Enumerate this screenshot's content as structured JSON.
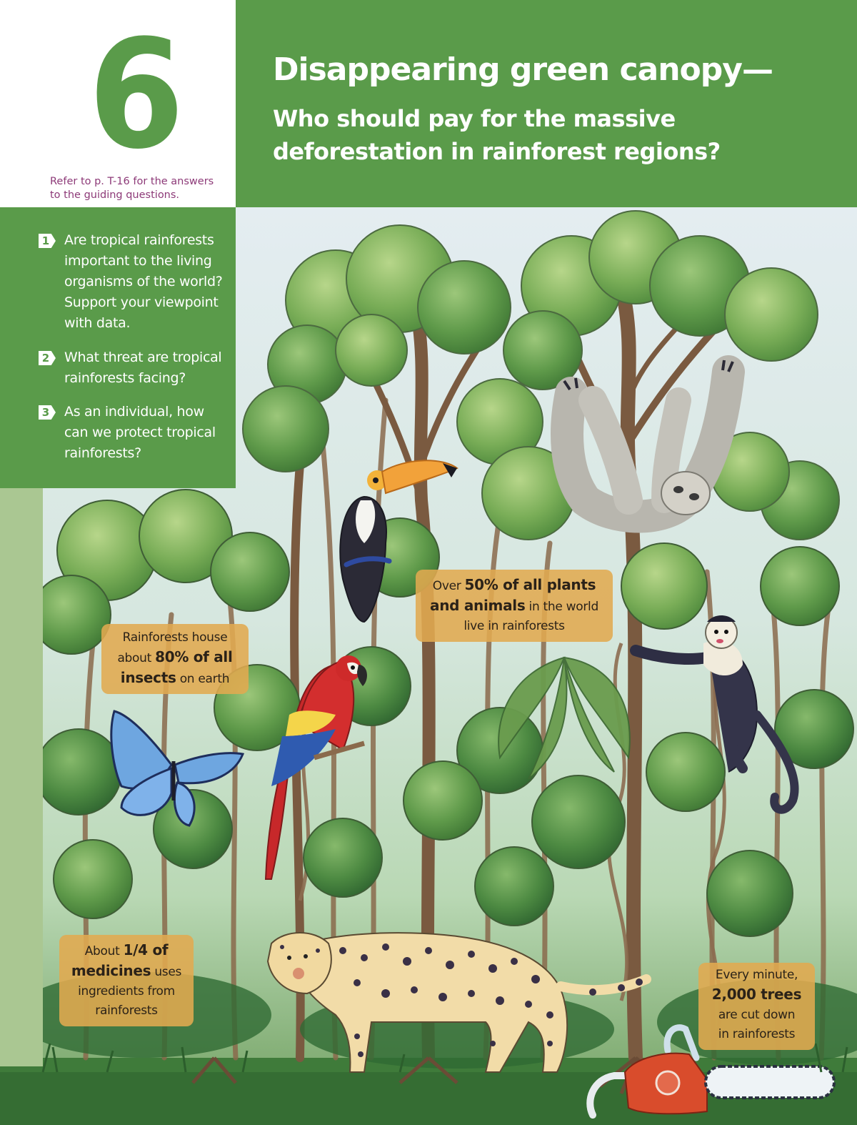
{
  "chapter": {
    "number": "6",
    "teacher_note_line1": "Refer to p. T-16 for the answers",
    "teacher_note_line2": "to the guiding questions."
  },
  "title": {
    "main": "Disappearing green canopy—",
    "sub_line1": "Who should pay for the massive",
    "sub_line2": "deforestation in rainforest regions?"
  },
  "questions": [
    {
      "number": "1",
      "lines": [
        "Are tropical rainforests",
        "important to the living",
        "organisms of the world?",
        "Support your viewpoint",
        "with data."
      ]
    },
    {
      "number": "2",
      "lines": [
        "What threat are tropical",
        "rainforests facing?"
      ]
    },
    {
      "number": "3",
      "lines": [
        "As an individual, how",
        "can we protect tropical",
        "rainforests?"
      ]
    }
  ],
  "facts": {
    "insects": {
      "pre": "Rainforests house",
      "mid_pre": "about ",
      "bold1": "80% of all",
      "bold2": "insects",
      "post": " on earth"
    },
    "plants_animals": {
      "pre": "Over ",
      "bold1": "50% of all plants",
      "bold2": "and animals",
      "post": " in the world",
      "line3": "live in rainforests"
    },
    "medicines": {
      "pre": "About ",
      "bold1": "1/4 of",
      "bold2": "medicines",
      "post": " uses",
      "line3": "ingredients from",
      "line4": "rainforests"
    },
    "trees_cut": {
      "line1": "Every minute,",
      "bold": "2,000 trees",
      "line3": "are cut down",
      "line4": "in rainforests"
    }
  },
  "illustration": {
    "subjects": [
      "toucan",
      "sloth",
      "capuchin-monkey",
      "scarlet-macaw",
      "blue-morpho-butterfly",
      "jaguar",
      "chainsaw",
      "rainforest-trees"
    ]
  },
  "colors": {
    "brand_green": "#5a9b4a",
    "side_strip": "#aac792",
    "note_purple": "#8d3a78",
    "fact_box": "#e1aa50"
  }
}
